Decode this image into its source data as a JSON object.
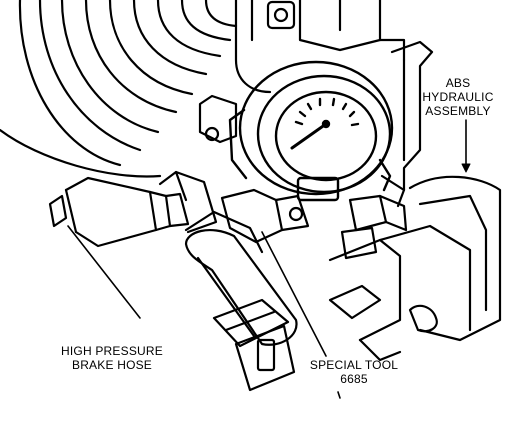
{
  "callouts": {
    "abs_hydraulic_assembly": [
      "ABS",
      "HYDRAULIC",
      "ASSEMBLY"
    ],
    "high_pressure_brake_hose": [
      "HIGH PRESSURE",
      "BRAKE HOSE"
    ],
    "special_tool": [
      "SPECIAL TOOL",
      "6685"
    ]
  }
}
